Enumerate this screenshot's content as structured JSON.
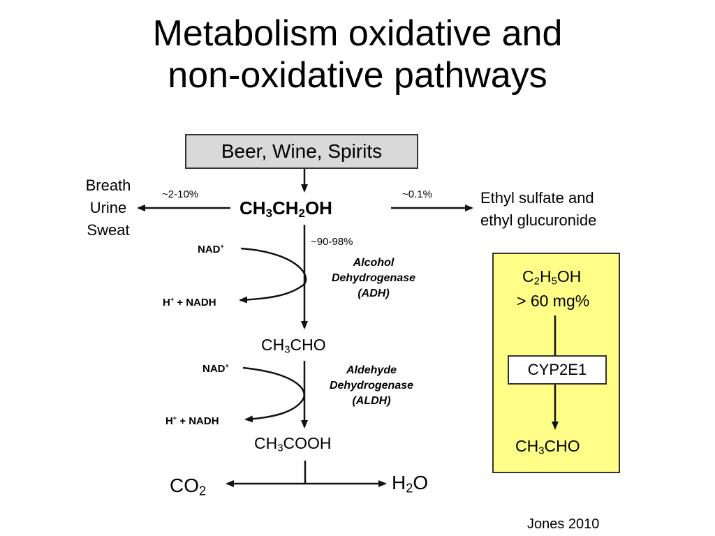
{
  "title": {
    "line1": "Metabolism oxidative and",
    "line2": "non-oxidative pathways"
  },
  "source_box": "Beer, Wine, Spirits",
  "ethanol": {
    "a": "CH",
    "s1": "3",
    "b": "CH",
    "s2": "2",
    "c": "OH"
  },
  "left_pct": "~2-10%",
  "right_pct": "~0.1%",
  "down_pct": "~90-98%",
  "excretion": [
    "Breath",
    "Urine",
    "Sweat"
  ],
  "conjugates": [
    "Ethyl sulfate and",
    "ethyl glucuronide"
  ],
  "cofactor1": {
    "nad": "NAD",
    "nad_sup": "+",
    "h": "H",
    "h_sup": "+",
    "nadh": " + NADH"
  },
  "cofactor2": {
    "nad": "NAD",
    "nad_sup": "+",
    "h": "H",
    "h_sup": "+",
    "nadh": " + NADH"
  },
  "enzyme_adh": [
    "Alcohol",
    "Dehydrogenase",
    "(ADH)"
  ],
  "enzyme_aldh": [
    "Aldehyde",
    "Dehydrogenase",
    "(ALDH)"
  ],
  "acetaldehyde": {
    "a": "CH",
    "s": "3",
    "b": "CHO"
  },
  "acetic_acid": {
    "a": "CH",
    "s": "3",
    "b": "COOH"
  },
  "co2": {
    "a": "CO",
    "s": "2"
  },
  "h2o": {
    "a": "H",
    "s": "2",
    "b": "O"
  },
  "meos": {
    "ethanol": {
      "a": "C",
      "s1": "2",
      "b": "H",
      "s2": "5",
      "c": "OH"
    },
    "threshold": "> 60 mg%",
    "enzyme": "CYP2E1",
    "product": {
      "a": "CH",
      "s": "3",
      "b": "CHO"
    }
  },
  "citation": "Jones 2010"
}
